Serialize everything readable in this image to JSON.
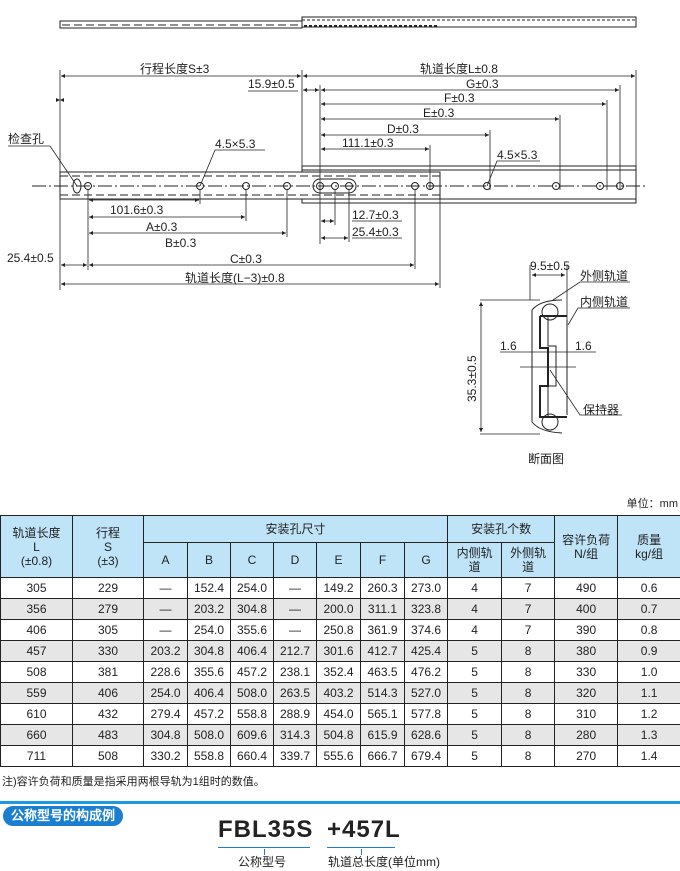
{
  "drawing": {
    "stroke_label": "行程长度S±3",
    "rail_length_label": "轨道长度L±0.8",
    "offset_15_9": "15.9±0.5",
    "g": "G±0.3",
    "f": "F±0.3",
    "e": "E±0.3",
    "d": "D±0.3",
    "d111": "111.1±0.3",
    "inspection_hole": "检查孔",
    "hole_size_left": "4.5×5.3",
    "hole_size_right": "4.5×5.3",
    "d101": "101.6±0.3",
    "a": "A±0.3",
    "b": "B±0.3",
    "c": "C±0.3",
    "d12_7": "12.7±0.3",
    "d25_4": "25.4±0.3",
    "d25_4_left": "25.4±0.5",
    "inner_length": "轨道长度(L−3)±0.8",
    "section": {
      "width": "9.5±0.5",
      "height": "35.3±0.5",
      "outer_rail": "外侧轨道",
      "inner_rail": "内侧轨道",
      "gap_left": "1.6",
      "gap_right": "1.6",
      "retainer": "保持器",
      "title": "断面图"
    }
  },
  "unit": "单位：mm",
  "table": {
    "h_length": "轨道长度",
    "h_length_sym": "L",
    "h_length_tol": "(±0.8)",
    "h_stroke": "行程",
    "h_stroke_sym": "S",
    "h_stroke_tol": "(±3)",
    "h_holes": "安装孔尺寸",
    "h_cols": [
      "A",
      "B",
      "C",
      "D",
      "E",
      "F",
      "G"
    ],
    "h_count": "安装孔个数",
    "h_inner": "内侧轨道",
    "h_outer": "外侧轨道",
    "h_load": "容许负荷",
    "h_load_unit": "N/组",
    "h_mass": "质量",
    "h_mass_unit": "kg/组",
    "rows": [
      [
        "305",
        "229",
        "—",
        "152.4",
        "254.0",
        "—",
        "149.2",
        "260.3",
        "273.0",
        "4",
        "7",
        "490",
        "0.6"
      ],
      [
        "356",
        "279",
        "—",
        "203.2",
        "304.8",
        "—",
        "200.0",
        "311.1",
        "323.8",
        "4",
        "7",
        "400",
        "0.7"
      ],
      [
        "406",
        "305",
        "—",
        "254.0",
        "355.6",
        "—",
        "250.8",
        "361.9",
        "374.6",
        "4",
        "7",
        "390",
        "0.8"
      ],
      [
        "457",
        "330",
        "203.2",
        "304.8",
        "406.4",
        "212.7",
        "301.6",
        "412.7",
        "425.4",
        "5",
        "8",
        "380",
        "0.9"
      ],
      [
        "508",
        "381",
        "228.6",
        "355.6",
        "457.2",
        "238.1",
        "352.4",
        "463.5",
        "476.2",
        "5",
        "8",
        "330",
        "1.0"
      ],
      [
        "559",
        "406",
        "254.0",
        "406.4",
        "508.0",
        "263.5",
        "403.2",
        "514.3",
        "527.0",
        "5",
        "8",
        "320",
        "1.1"
      ],
      [
        "610",
        "432",
        "279.4",
        "457.2",
        "558.8",
        "288.9",
        "454.0",
        "565.1",
        "577.8",
        "5",
        "8",
        "310",
        "1.2"
      ],
      [
        "660",
        "483",
        "304.8",
        "508.0",
        "609.6",
        "314.3",
        "504.8",
        "615.9",
        "628.6",
        "5",
        "8",
        "280",
        "1.3"
      ],
      [
        "711",
        "508",
        "330.2",
        "558.8",
        "660.4",
        "339.7",
        "555.6",
        "666.7",
        "679.4",
        "5",
        "8",
        "270",
        "1.4"
      ]
    ]
  },
  "note": "注)容许负荷和质量是指采用两根导轨为1组时的数值。",
  "example": {
    "title": "公称型号的构成例",
    "part": "FBL35S",
    "length": "+457L",
    "part_label": "公称型号",
    "length_label": "轨道总长度(单位mm)"
  },
  "colors": {
    "accent": "#1a9ae0",
    "header": "#bfe3f7"
  }
}
